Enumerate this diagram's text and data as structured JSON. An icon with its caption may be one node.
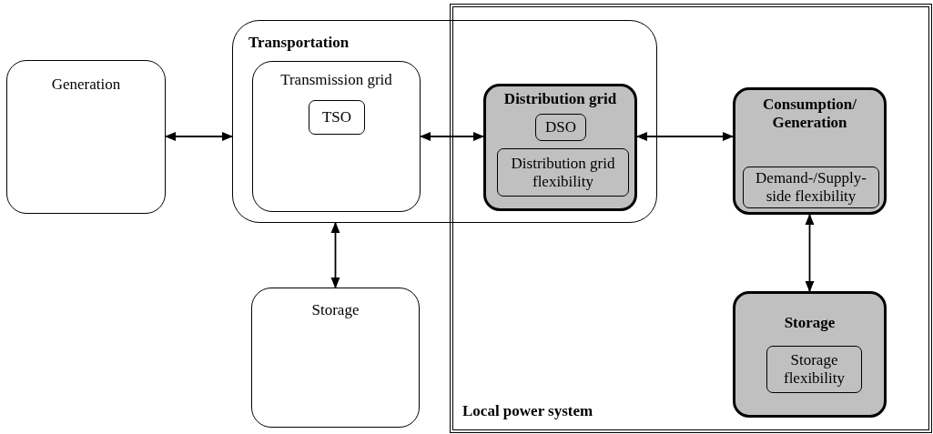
{
  "diagram": {
    "nodes": [
      {
        "text": [
          "Generation"
        ]
      },
      {
        "text": [
          "Transportation"
        ]
      },
      {
        "text": [
          "Transmission grid"
        ],
        "in": 1
      },
      {
        "text": [
          "TSO"
        ],
        "in": 2
      },
      {
        "text": [
          "Storage"
        ]
      },
      {
        "text": [
          "Local power system"
        ]
      },
      {
        "text": [
          "Distribution grid"
        ]
      },
      {
        "text": [
          "DSO"
        ],
        "in": 6
      },
      {
        "text": [
          "Distribution grid flexibility"
        ],
        "in": 6
      },
      {
        "text": [
          "Consumption/ Generation"
        ],
        "in": 5
      },
      {
        "text": [
          "Demand-/Supply-side flexibility"
        ],
        "in": 9
      },
      {
        "text": [
          "Storage"
        ],
        "in": 5
      },
      {
        "text": [
          "Storage flexibility"
        ],
        "in": 11
      }
    ],
    "edges": [
      {
        "from": 0,
        "to": 1,
        "arrow": "both"
      },
      {
        "from": 2,
        "to": 6,
        "arrow": "both"
      },
      {
        "from": 6,
        "to": 9,
        "arrow": "both"
      },
      {
        "from": 1,
        "to": 4,
        "arrow": "both"
      },
      {
        "from": 9,
        "to": 11,
        "arrow": "both"
      }
    ]
  }
}
